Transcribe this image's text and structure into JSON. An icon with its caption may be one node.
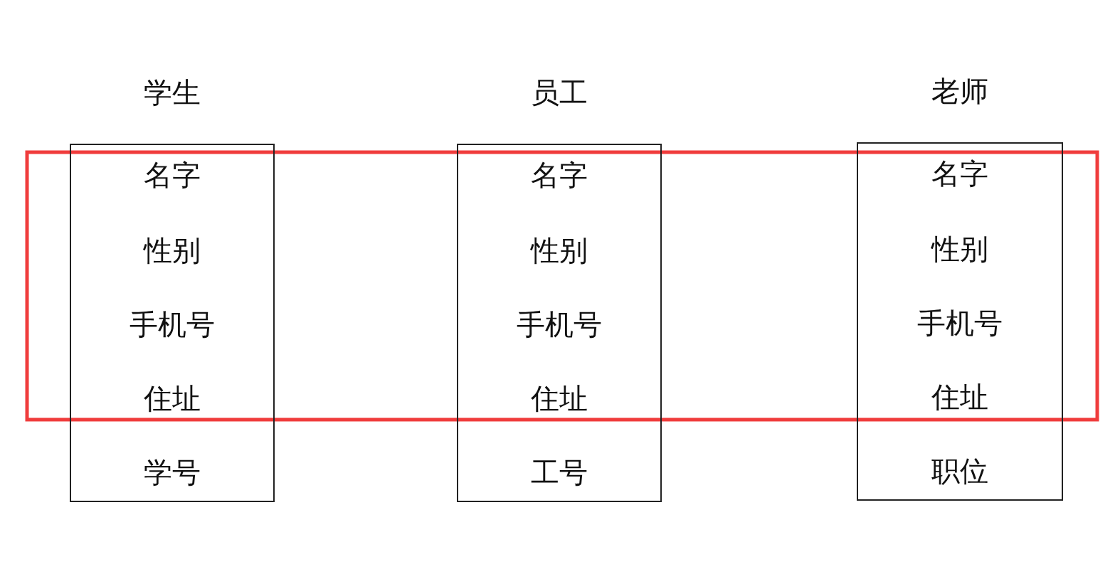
{
  "diagram": {
    "nodes": [
      {
        "text": [
          "学生",
          "名字",
          "性别",
          "手机号",
          "住址",
          "学号"
        ]
      },
      {
        "text": [
          "员工",
          "名字",
          "性别",
          "手机号",
          "住址",
          "工号"
        ]
      },
      {
        "text": [
          "老师",
          "名字",
          "性别",
          "手机号",
          "住址",
          "职位"
        ]
      },
      {
        "text": [],
        "shape": "box"
      }
    ],
    "edges": []
  }
}
